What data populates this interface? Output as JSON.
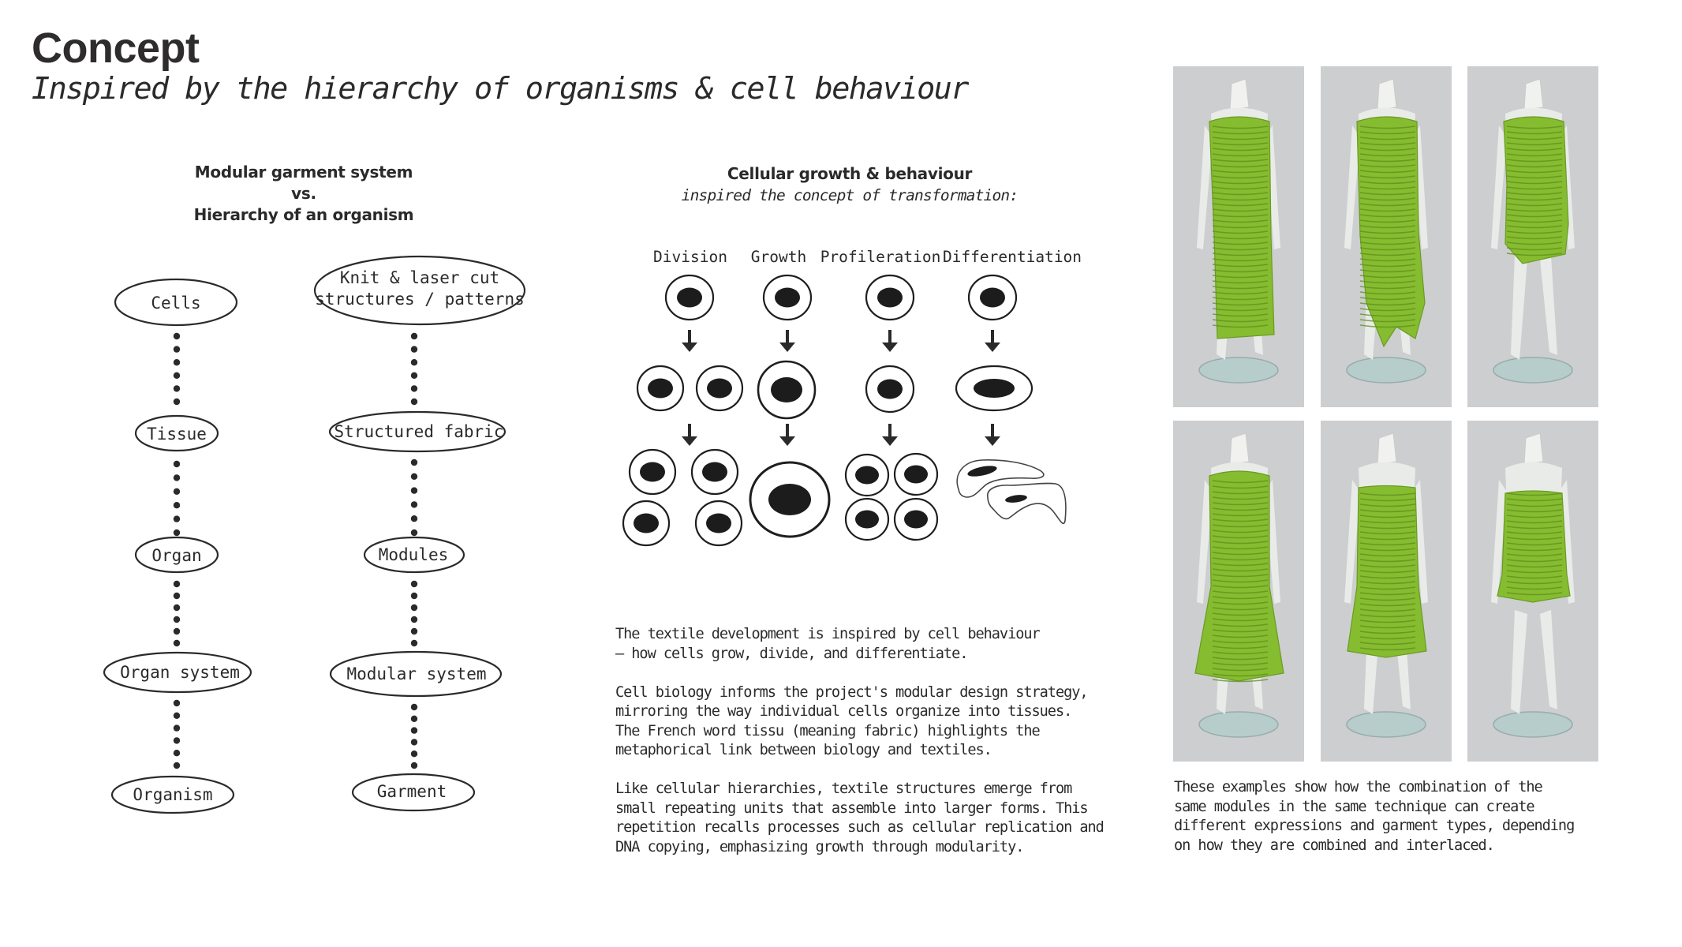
{
  "page": {
    "title": "Concept",
    "subtitle": "Inspired by the hierarchy of organisms & cell behaviour"
  },
  "hierarchy": {
    "heading_lines": [
      "Modular garment system",
      "vs.",
      "Hierarchy of an organism"
    ],
    "organism_column": [
      "Cells",
      "Tissue",
      "Organ",
      "Organ system",
      "Organism"
    ],
    "garment_column": [
      [
        "Knit & laser cut",
        "structures / patterns"
      ],
      [
        "Structured fabric"
      ],
      [
        "Modules"
      ],
      [
        "Modular system"
      ],
      [
        "Garment"
      ]
    ]
  },
  "cellular": {
    "heading": "Cellular growth & behaviour",
    "subheading": "inspired the concept of transformation:",
    "processes": [
      {
        "label": "Division",
        "icon": "cell-division-icon"
      },
      {
        "label": "Growth",
        "icon": "cell-growth-icon"
      },
      {
        "label": "Profileration",
        "icon": "cell-proliferation-icon"
      },
      {
        "label": "Differentiation",
        "icon": "cell-differentiation-icon"
      }
    ]
  },
  "body": {
    "paragraphs": [
      "The textile development is inspired by cell behaviour\n– how cells grow, divide, and differentiate.",
      "Cell biology informs the project's modular design strategy,\nmirroring the way individual cells organize into tissues.\nThe French word tissu (meaning fabric) highlights the\nmetaphorical link between biology and textiles.",
      "Like cellular hierarchies, textile structures emerge from\nsmall repeating units that assemble into larger forms. This\nrepetition recalls processes such as cellular replication and\nDNA copying, emphasizing growth through modularity."
    ]
  },
  "gallery": {
    "photos": [
      {
        "name": "long-pleated-dress",
        "length": "long"
      },
      {
        "name": "asymmetric-ruffled-dress",
        "length": "asymmetric"
      },
      {
        "name": "short-pleated-dress",
        "length": "short"
      },
      {
        "name": "flounced-midi-dress",
        "length": "midi"
      },
      {
        "name": "strapless-tiered-dress",
        "length": "knee"
      },
      {
        "name": "strapless-mini-top",
        "length": "mini"
      }
    ],
    "caption": "These examples show how the combination of the\nsame modules in the same technique can create\ndifferent expressions and garment types, depending\non how they are combined and interlaced."
  },
  "colors": {
    "text": "#2b2a2b",
    "fabric_green": "#86bc30",
    "photo_background": "#cdced0"
  }
}
